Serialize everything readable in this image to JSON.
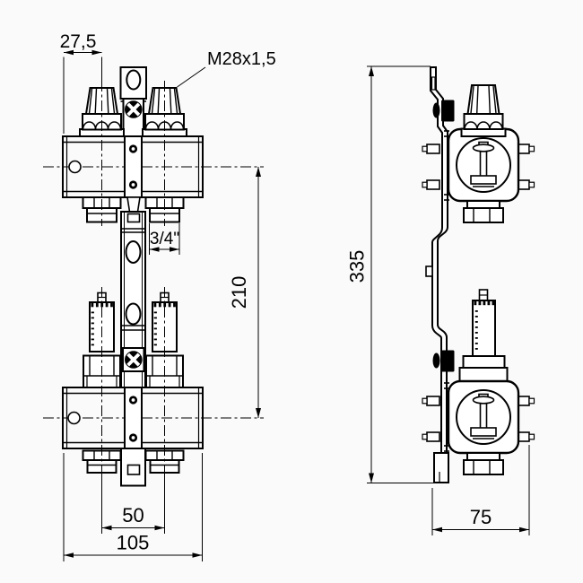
{
  "drawing": {
    "background": "#fafafa",
    "line_color": "#000000",
    "dimensions": {
      "offset_top": "27,5",
      "thread": "M28x1,5",
      "outlet": "3/4\"",
      "axis_spacing": "210",
      "total_height": "335",
      "outlet_spacing": "50",
      "total_width": "105",
      "total_depth": "75"
    }
  }
}
